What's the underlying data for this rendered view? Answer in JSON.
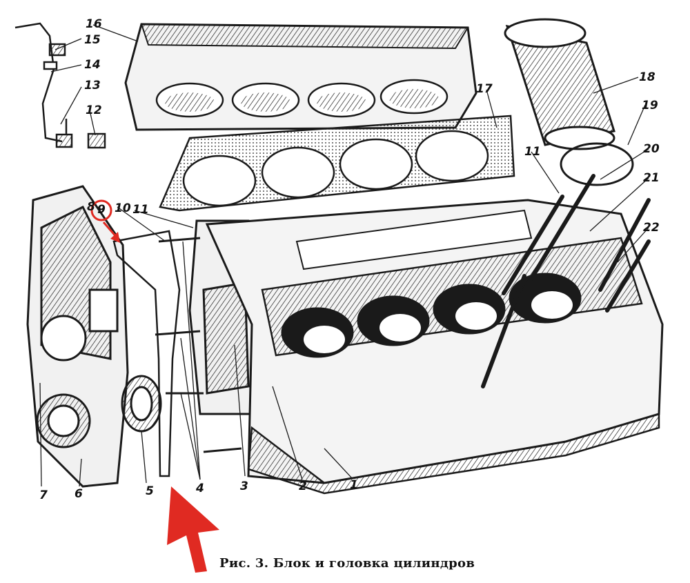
{
  "caption": "Рис. 3. Блок и головка цилиндров",
  "callouts": {
    "n1": "1",
    "n2": "2",
    "n3": "3",
    "n4": "4",
    "n5": "5",
    "n6": "6",
    "n7": "7",
    "n8": "8",
    "n9": "9",
    "n10": "10",
    "n11a": "11",
    "n11b": "11",
    "n12": "12",
    "n13": "13",
    "n14": "14",
    "n15": "15",
    "n16": "16",
    "n17": "17",
    "n18": "18",
    "n19": "19",
    "n20": "20",
    "n21": "21",
    "n22": "22"
  },
  "highlight": {
    "callout": "9",
    "color": "#e02a22"
  },
  "colors": {
    "ink": "#1a1a1a",
    "paper": "#ffffff",
    "annotation": "#e02a22"
  }
}
